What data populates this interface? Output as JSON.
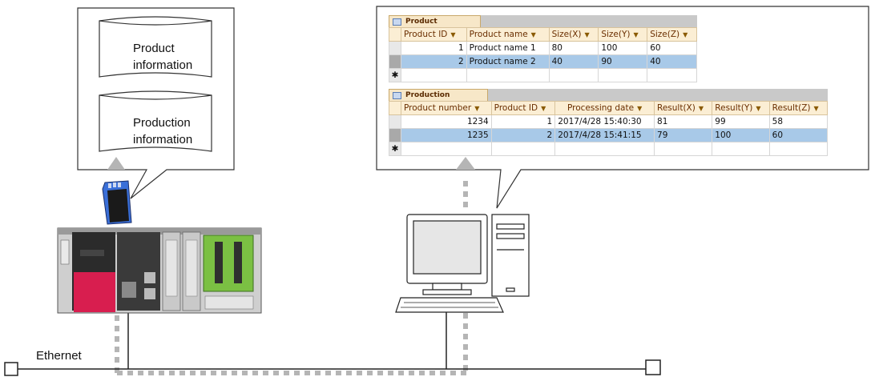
{
  "sd_callout": {
    "databases": [
      "Product\ninformation",
      "Production\ninformation"
    ]
  },
  "product_table": {
    "title": "Product information",
    "columns": [
      "Product ID",
      "Product name",
      "Size(X)",
      "Size(Y)",
      "Size(Z)"
    ],
    "rows": [
      [
        "1",
        "Product name 1",
        "80",
        "100",
        "60"
      ],
      [
        "2",
        "Product name 2",
        "40",
        "90",
        "40"
      ]
    ],
    "new_row_marker": "✱"
  },
  "production_table": {
    "title": "Production information",
    "columns": [
      "Product number",
      "Product ID",
      "Processing date",
      "Result(X)",
      "Result(Y)",
      "Result(Z)"
    ],
    "rows": [
      [
        "1234",
        "1",
        "2017/4/28 15:40:30",
        "81",
        "99",
        "58"
      ],
      [
        "1235",
        "2",
        "2017/4/28 15:41:15",
        "79",
        "100",
        "60"
      ]
    ],
    "new_row_marker": "✱"
  },
  "network": {
    "label": "Ethernet"
  },
  "colors": {
    "arrow_gray": "#b5b5b5",
    "plc_red": "#d81e4f",
    "plc_green": "#7bc043",
    "selection_blue": "#a8c9e8",
    "selection_outline": "#f2b23a"
  },
  "icons": [
    "sd-card-icon",
    "plc-module-icon",
    "personal-computer-icon",
    "database-cylinder-icon",
    "table-icon"
  ]
}
